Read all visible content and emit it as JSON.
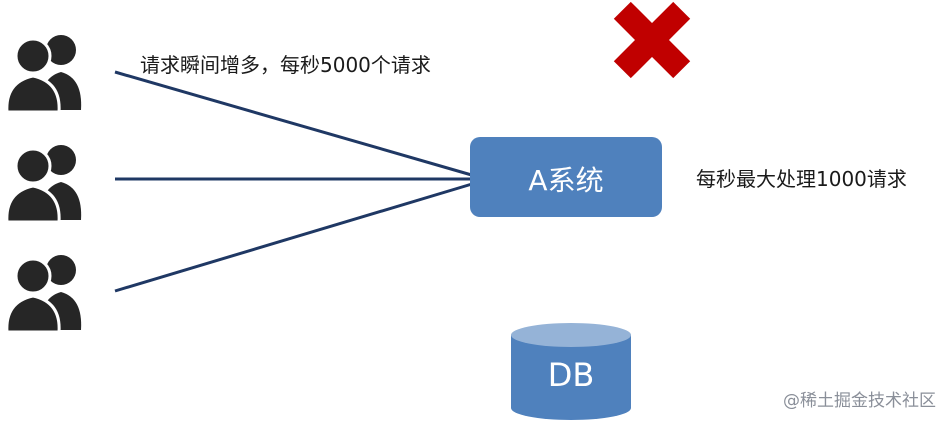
{
  "diagram": {
    "request_label": "请求瞬间增多，每秒5000个请求",
    "capacity_label": "每秒最大处理1000请求",
    "system_label": "A系统",
    "db_label": "DB",
    "watermark": "@稀土掘金技术社区",
    "users": [
      {
        "icon": "users-icon"
      },
      {
        "icon": "users-icon"
      },
      {
        "icon": "users-icon"
      }
    ],
    "failure_icon": "red-cross-icon",
    "colors": {
      "arrow": "#1f3864",
      "system_box": "#4f81bd",
      "db_body": "#4f81bd",
      "db_top": "#95b3d7",
      "cross": "#c00000",
      "user_icon": "#262626"
    }
  }
}
